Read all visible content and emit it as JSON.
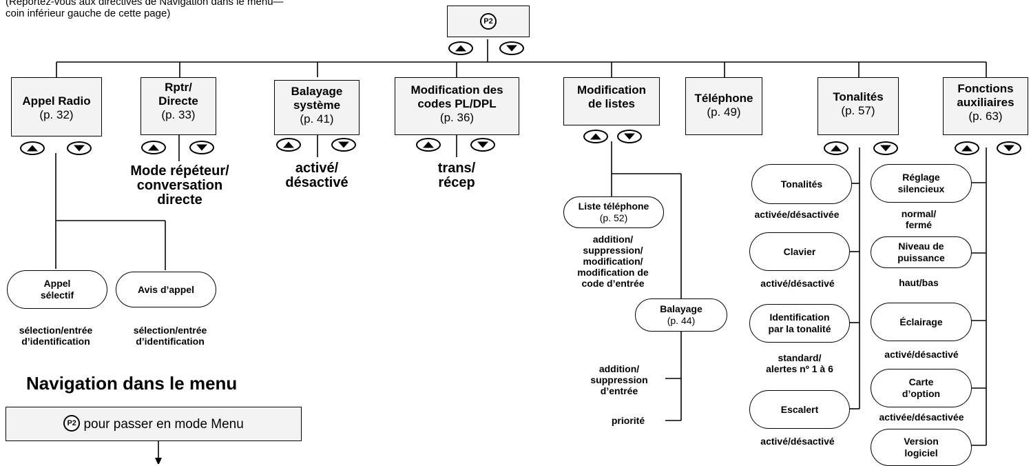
{
  "top_note": "(Reportez-vous aux directives de Navigation dans le menu—\ncoin inférieur gauche de cette page)",
  "p2_label": "P2",
  "menu_items": [
    {
      "title": "Appel Radio",
      "page": "(p. 32)"
    },
    {
      "title": "Rptr/\nDirecte",
      "page": "(p. 33)"
    },
    {
      "title": "Balayage\nsystème",
      "page": "(p. 41)"
    },
    {
      "title": "Modification des\ncodes PL/DPL",
      "page": "(p. 36)"
    },
    {
      "title": "Modification\nde listes",
      "page": ""
    },
    {
      "title": "Téléphone",
      "page": "(p. 49)"
    },
    {
      "title": "Tonalités",
      "page": "(p. 57)"
    },
    {
      "title": "Fonctions\nauxiliaires",
      "page": "(p. 63)"
    }
  ],
  "big_labels": {
    "rptr": "Mode répéteur/\nconversation\ndirecte",
    "balayage": "activé/\ndésactivé",
    "codes": "trans/\nrécep"
  },
  "appel_radio": {
    "appel_selectif": "Appel\nsélectif",
    "avis_appel": "Avis d’appel",
    "appel_selectif_opts": "sélection/entrée\nd’identification",
    "avis_appel_opts": "sélection/entrée\nd’identification"
  },
  "listes": {
    "liste_telephone": {
      "title": "Liste téléphone",
      "page": "(p. 52)"
    },
    "liste_telephone_opts": "addition/\nsuppression/\nmodification/\nmodification de\ncode d’entrée",
    "balayage": {
      "title": "Balayage",
      "page": "(p. 44)"
    },
    "balayage_opt1": "addition/\nsuppression\nd’entrée",
    "balayage_opt2": "priorité"
  },
  "tonalites": {
    "items": [
      {
        "title": "Tonalités",
        "opts": "activée/désactivée"
      },
      {
        "title": "Clavier",
        "opts": "activé/désactivé"
      },
      {
        "title": "Identification\npar la tonalité",
        "opts": "standard/\nalertes nº 1 à 6"
      },
      {
        "title": "Escalert",
        "opts": "activé/désactivé"
      }
    ]
  },
  "auxiliaires": {
    "items": [
      {
        "title": "Réglage\nsilencieux",
        "opts": "normal/\nfermé"
      },
      {
        "title": "Niveau de\npuissance",
        "opts": "haut/bas"
      },
      {
        "title": "Éclairage",
        "opts": "activé/désactivé"
      },
      {
        "title": "Carte\nd’option",
        "opts": "activée/désactivée"
      },
      {
        "title": "Version\nlogiciel",
        "opts": ""
      }
    ]
  },
  "navigation": {
    "heading": "Navigation dans le menu",
    "step1_prefix": "P2",
    "step1_text": " pour passer en mode Menu"
  }
}
